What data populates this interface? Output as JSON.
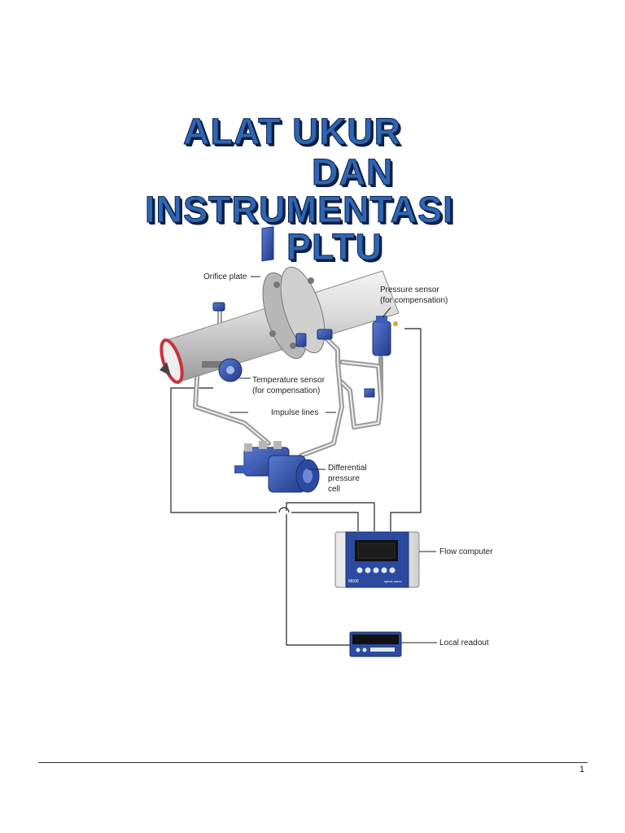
{
  "title": {
    "line1": "ALAT UKUR",
    "line2": "DAN",
    "line3": "INSTRUMENTASI",
    "line4": "PLTU"
  },
  "diagram": {
    "labels": {
      "orifice_plate": "Orifice plate",
      "pressure_sensor": "Pressure sensor",
      "pressure_sensor_note": "(for compensation)",
      "temperature_sensor": "Temperature sensor",
      "temperature_sensor_note": "(for compensation)",
      "impulse_lines": "Impulse lines",
      "dp_cell_1": "Differential",
      "dp_cell_2": "pressure",
      "dp_cell_3": "cell",
      "flow_computer": "Flow computer",
      "local_readout": "Local readout"
    },
    "device_text": {
      "model": "M600",
      "brand": "spirax sarco"
    },
    "colors": {
      "device_blue": "#2c4aa0",
      "pipe_grey": "#d4d4d4",
      "pipe_red": "#c8323c"
    }
  },
  "footer": {
    "page_number": "1"
  }
}
